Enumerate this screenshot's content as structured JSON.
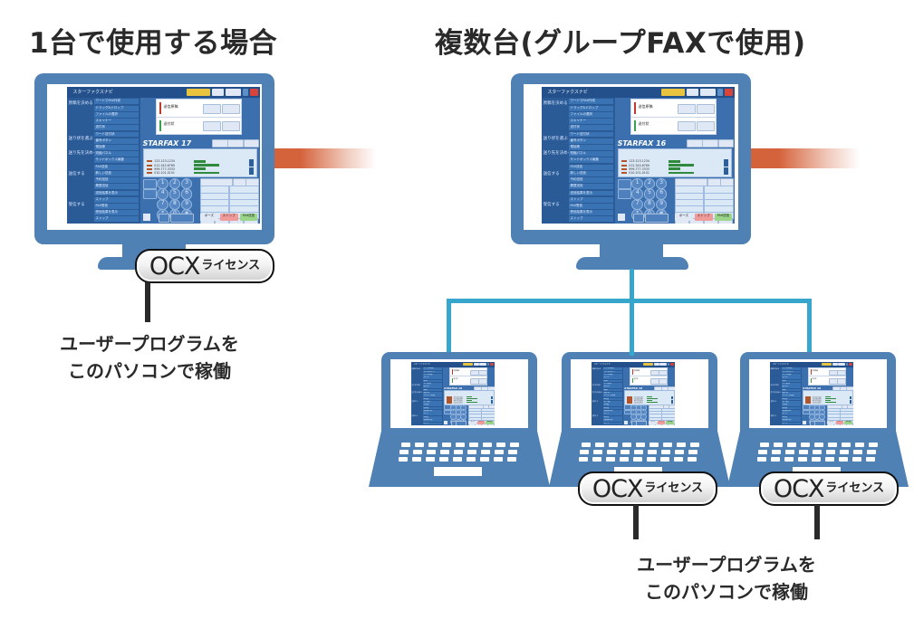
{
  "left_section": {
    "heading": "1台で使用する場合",
    "badge": {
      "ocx": "OCX",
      "license": "ライセンス"
    },
    "caption": [
      "ユーザープログラムを",
      "このパソコンで稼働"
    ]
  },
  "right_section": {
    "heading": "複数台(グループFAXで使用)",
    "badges": [
      {
        "ocx": "OCX",
        "license": "ライセンス"
      },
      {
        "ocx": "OCX",
        "license": "ライセンス"
      }
    ],
    "caption": [
      "ユーザープログラムを",
      "このパソコンで稼働"
    ]
  },
  "app_left": {
    "title": "スターファクスナビ",
    "product": "STARFAX 17",
    "sidebar": {
      "categories": [
        "原稿を決める",
        "送り状を選ぶ",
        "送り先を決める",
        "送信する",
        "受信する"
      ],
      "items": [
        "ワードでFAX作成",
        "ドラッグ&ドロップ",
        "ファイルの選択",
        "スキャナー",
        "送付状",
        "ワード送付状",
        "番号ボタン",
        "電話帳",
        "短縮パネル",
        "サンドボックス編集",
        "FAX送信",
        "新しい送信",
        "予約送信",
        "履歴送信",
        "送信結果を表示",
        "ストップ",
        "FAX受信",
        "受信結果を表示",
        "ストップ"
      ]
    },
    "docs": [
      {
        "label": "送信原稿",
        "color": "#c0392b"
      },
      {
        "label": "送付状",
        "color": "#3aa34a"
      }
    ],
    "actions": [
      {
        "label": "ポーズ",
        "color": "#dfe8f4"
      },
      {
        "label": "ストップ",
        "color": "#f09a9a"
      },
      {
        "label": "FAX送信",
        "color": "#9ad58a"
      }
    ],
    "keys": [
      "1",
      "2",
      "3",
      "4",
      "5",
      "6",
      "7",
      "8",
      "9",
      "*",
      "0",
      "#"
    ],
    "numbers": [
      "123-123-1234",
      "012-345-6789",
      "999-777-3333",
      "010-101-0101"
    ]
  },
  "app_right": {
    "title": "スターファクスナビ",
    "product": "STARFAX 16",
    "sidebar": {
      "categories": [
        "原稿を決める",
        "送り状を選ぶ",
        "送り先を決める",
        "送信する",
        "受信する"
      ],
      "items": [
        "ワードでFAX作成",
        "ドラッグ&ドロップ",
        "ファイルの選択",
        "スキャナー",
        "送付状",
        "ワード送付状",
        "番号ボタン",
        "電話帳",
        "短縮パネル",
        "サンドボックス編集",
        "FAX送信",
        "新しい送信",
        "予約送信",
        "履歴送信",
        "送信結果を表示",
        "ストップ",
        "FAX受信",
        "受信結果を表示",
        "ストップ"
      ]
    },
    "docs": [
      {
        "label": "送信原稿",
        "color": "#c0392b"
      },
      {
        "label": "送付状",
        "color": "#3aa34a"
      }
    ],
    "actions": [
      {
        "label": "ポーズ",
        "color": "#dfe8f4"
      },
      {
        "label": "ストップ",
        "color": "#f09a9a"
      },
      {
        "label": "FAX送信",
        "color": "#9ad58a"
      }
    ],
    "keys": [
      "1",
      "2",
      "3",
      "4",
      "5",
      "6",
      "7",
      "8",
      "9",
      "*",
      "0",
      "#"
    ],
    "numbers": [
      "123-123-1234",
      "012-345-6789",
      "999-777-3333",
      "010-101-0101"
    ]
  },
  "colors": {
    "device_blue": "#4f81b5",
    "network_line": "#36a6cc",
    "arrow_orange": "#d4623a",
    "text_dark": "#2a2a2a"
  }
}
